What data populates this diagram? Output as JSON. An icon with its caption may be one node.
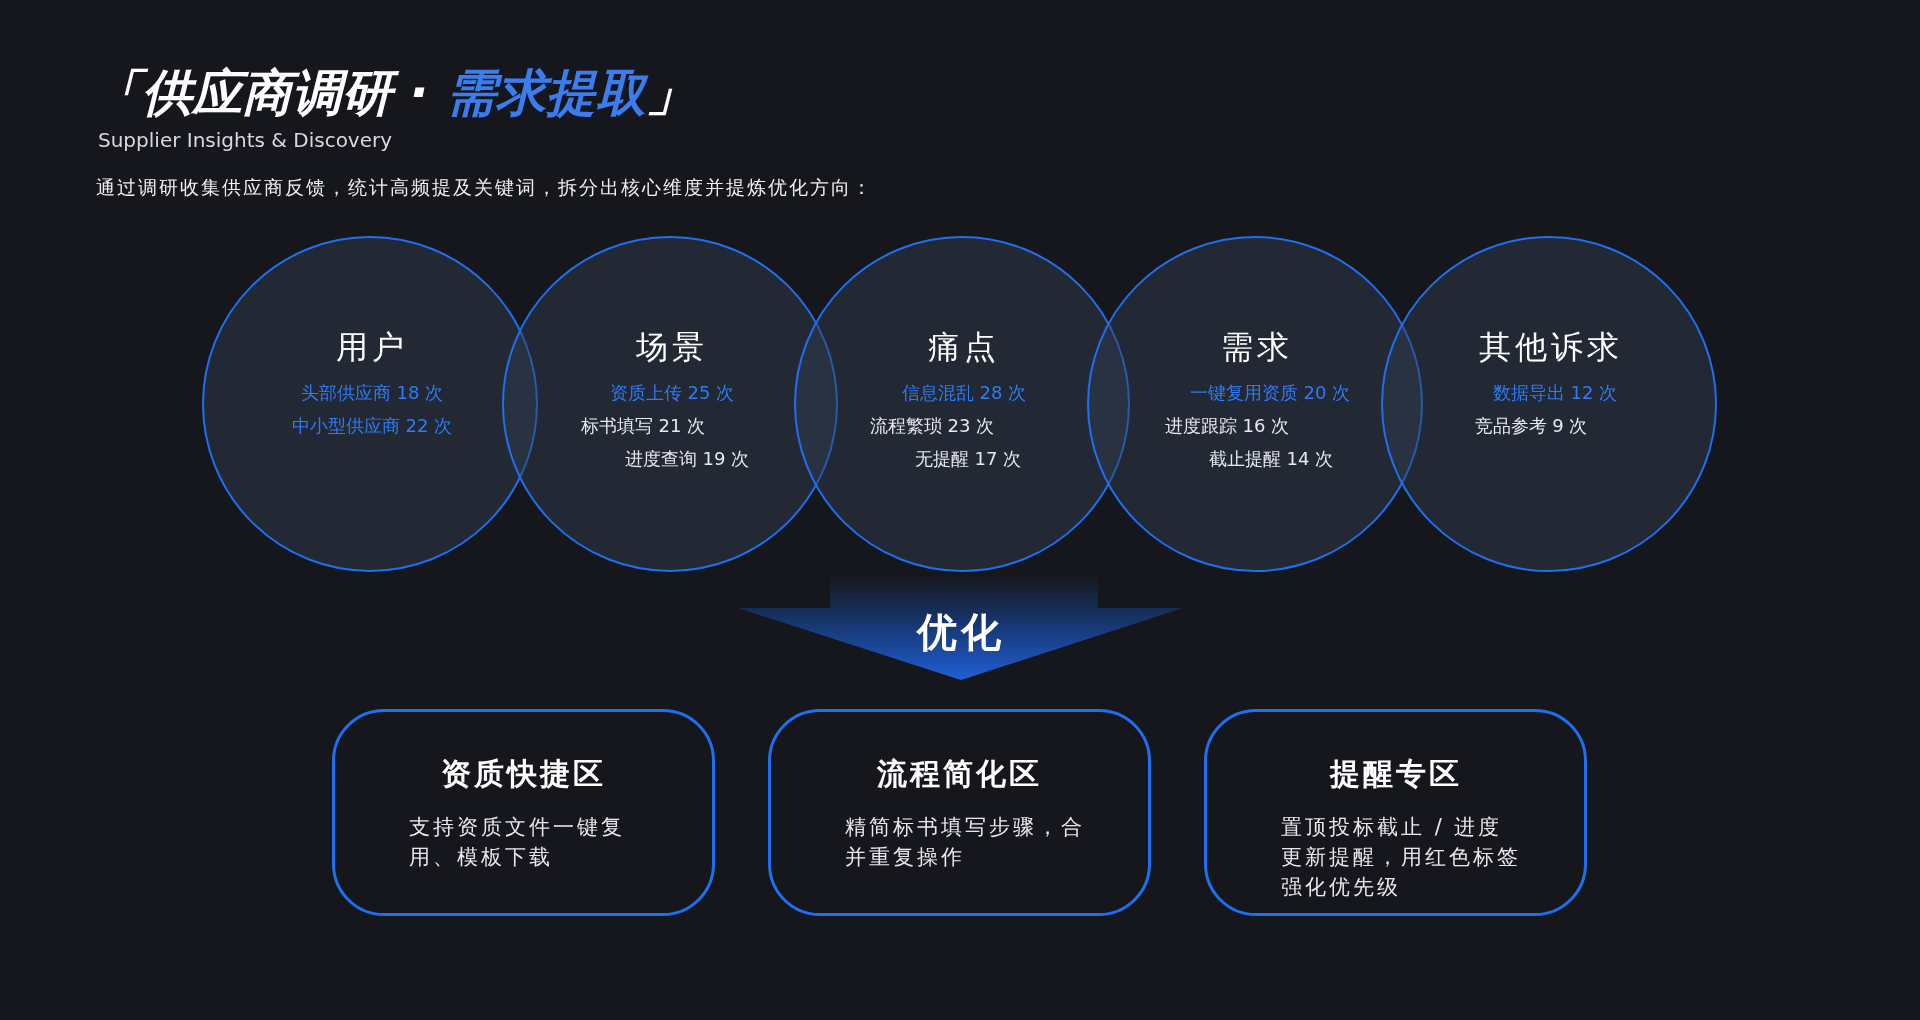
{
  "diagram": {
    "title": "「供应商调研 · **需求提取**」",
    "nodes": [
      {
        "text": [
          "用户",
          "头部供应商 18 次",
          "中小型供应商 22 次"
        ]
      },
      {
        "text": [
          "场景",
          "资质上传 25 次",
          "标书填写 21 次",
          "进度查询 19 次"
        ]
      },
      {
        "text": [
          "痛点",
          "信息混乱 28 次",
          "流程繁琐 23 次",
          "无提醒 17 次"
        ]
      },
      {
        "text": [
          "需求",
          "一键复用资质 20 次",
          "进度跟踪 16 次",
          "截止提醒 14 次"
        ]
      },
      {
        "text": [
          "其他诉求",
          "数据导出 12 次",
          "竞品参考 9 次"
        ]
      },
      {
        "text": [
          "优化"
        ]
      },
      {
        "text": [
          "资质快捷区",
          "支持资质文件一键复用、模板下载"
        ]
      },
      {
        "text": [
          "流程简化区",
          "精简标书填写步骤，合并重复操作"
        ]
      },
      {
        "text": [
          "提醒专区",
          "置顶投标截止 / 进度更新提醒，用红色标签强化优先级"
        ]
      }
    ],
    "labels": [
      "Supplier Insights & Discovery",
      "通过调研收集供应商反馈，统计高频提及关键词，拆分出核心维度并提炼优化方向："
    ]
  }
}
